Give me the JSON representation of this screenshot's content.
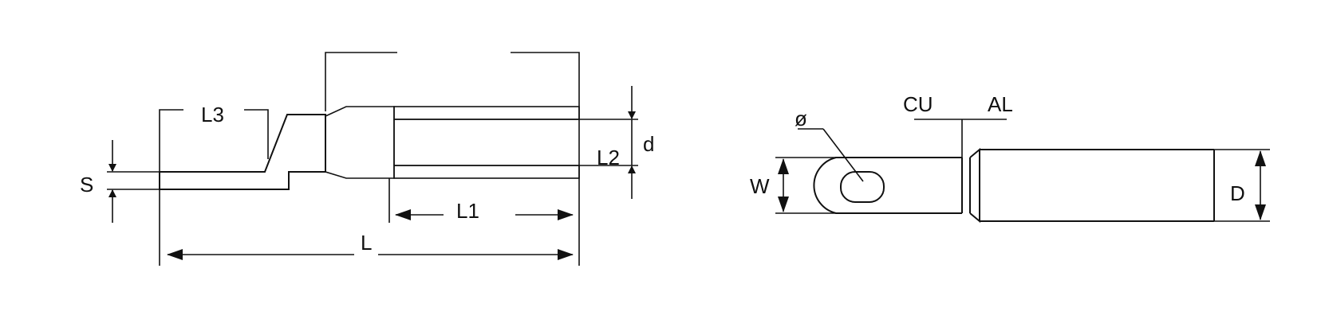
{
  "labels": {
    "s": "S",
    "l3": "L3",
    "l": "L",
    "l1": "L1",
    "l2": "L2",
    "d_small": "d",
    "diameter": "ø",
    "cu": "CU",
    "al": "AL",
    "w": "W",
    "d_large": "D"
  }
}
